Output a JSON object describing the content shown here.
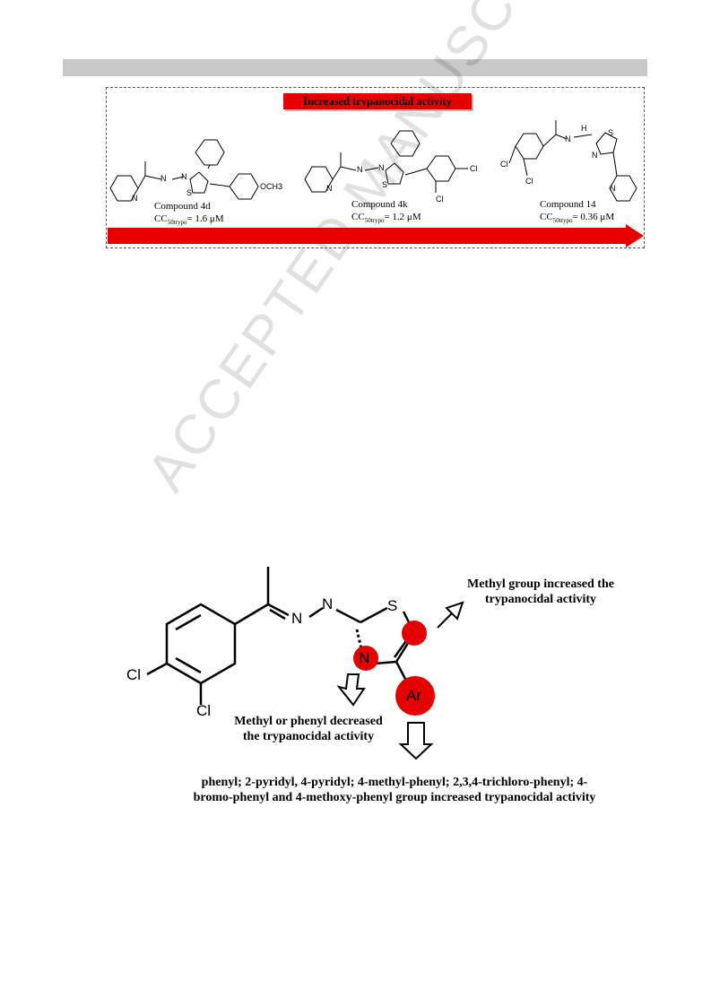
{
  "graphical_abstract": {
    "banner": "Increased trypanocidal activity",
    "compounds": [
      {
        "name": "Compound 4d",
        "cc_prefix": "CC",
        "cc_sub": "50trypo",
        "cc_value": "= 1.6 μM"
      },
      {
        "name": "Compound 4k",
        "cc_prefix": "CC",
        "cc_sub": "50trypo",
        "cc_value": "= 1.2 μM"
      },
      {
        "name": "Compound 14",
        "cc_prefix": "CC",
        "cc_sub": "50trypo",
        "cc_value": "= 0.36 μM"
      }
    ],
    "atoms": {
      "n": "N",
      "s": "S",
      "cl": "Cl",
      "och3": "OCH3",
      "h": "H"
    },
    "arrow_color": "#e60000"
  },
  "sar_figure": {
    "atoms": {
      "cl1": "Cl",
      "cl2": "Cl",
      "n1": "N",
      "n2": "N",
      "s": "S",
      "n3": "N",
      "ar": "Ar"
    },
    "annotation_methyl": [
      "Methyl group increased the",
      "trypanocidal activity"
    ],
    "annotation_decrease": [
      "Methyl or phenyl decreased",
      "the trypanocidal activity"
    ],
    "annotation_bottom": [
      "phenyl; 2-pyridyl, 4-pyridyl; 4-methyl-phenyl; 2,3,4-trichloro-phenyl; 4-",
      "bromo-phenyl and 4-methoxy-phenyl group increased trypanocidal activity"
    ],
    "highlight_color": "#e60000"
  },
  "watermark": "ACCEPTED MANUSCRIPT"
}
